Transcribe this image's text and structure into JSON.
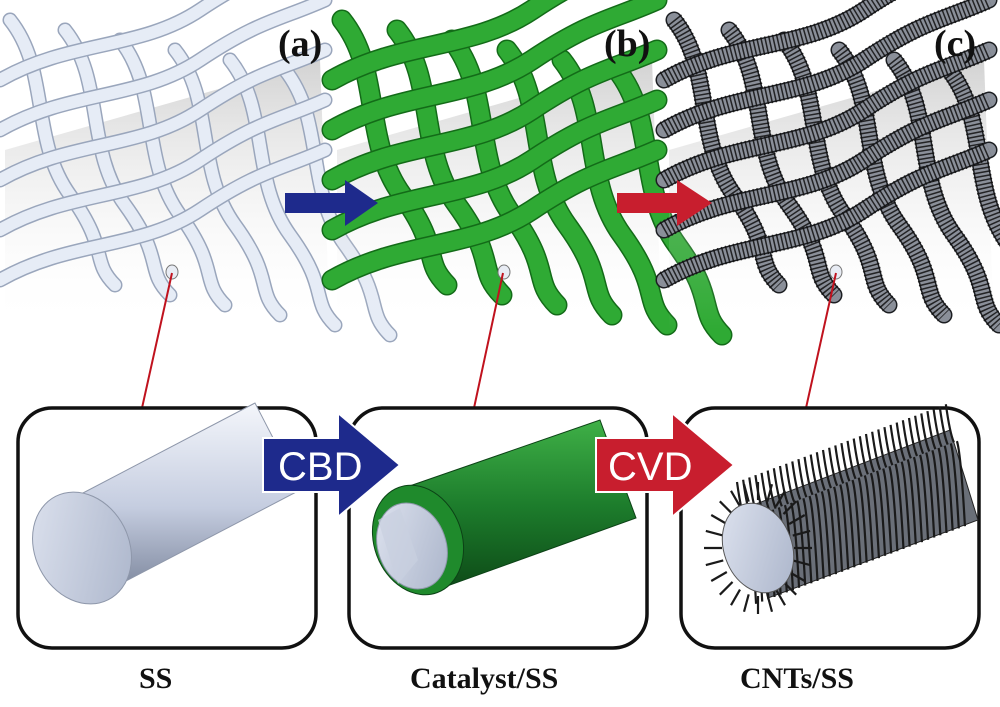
{
  "panels": [
    {
      "id": "a",
      "label": "(a)",
      "caption": "SS",
      "mesh_color": "#e6ecf6",
      "mesh_edge": "#9aa6bc",
      "style": "bare"
    },
    {
      "id": "b",
      "label": "(b)",
      "caption": "Catalyst/SS",
      "mesh_color": "#2faa34",
      "mesh_edge": "#136b18",
      "style": "coated"
    },
    {
      "id": "c",
      "label": "(c)",
      "caption": "CNTs/SS",
      "mesh_color": "#8a8f99",
      "mesh_edge": "#1c1e22",
      "style": "cnt"
    }
  ],
  "steps": [
    {
      "id": "cbd",
      "label": "CBD",
      "color": "#1e2a8c"
    },
    {
      "id": "cvd",
      "label": "CVD",
      "color": "#c81e2e"
    }
  ],
  "colors": {
    "wire": "#c4cde0",
    "catalyst": "#1f7a2c",
    "cnt": "#1a1a1a",
    "connector": "#c0121e",
    "frame": "#111111"
  }
}
